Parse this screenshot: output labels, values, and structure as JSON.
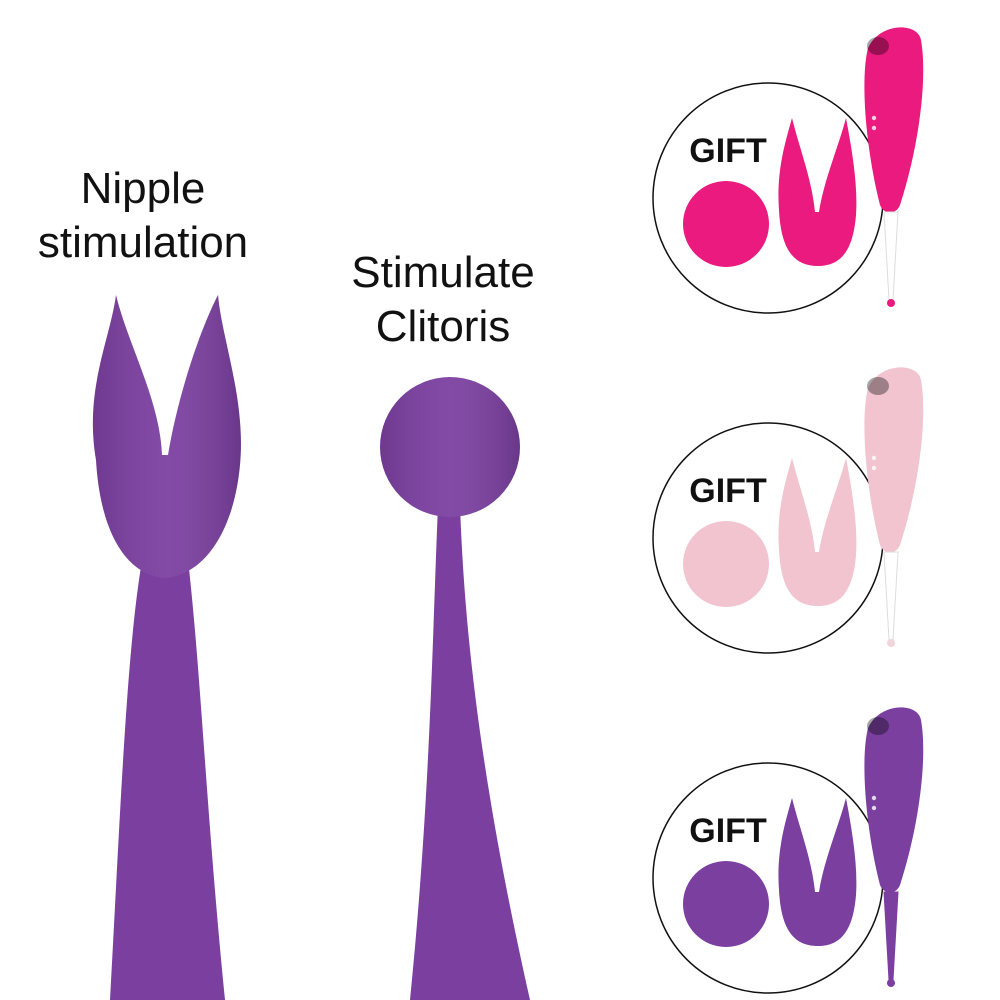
{
  "left_panel": {
    "nipple_label_line1": "Nipple",
    "nipple_label_line2": "stimulation",
    "clitoris_label_line1": "Stimulate",
    "clitoris_label_line2": "Clitoris",
    "product_color": "#7b3fa0"
  },
  "variants": [
    {
      "badge": "GIFT",
      "color": "#ea1a7f",
      "tip_color": "#ffffff"
    },
    {
      "badge": "GIFT",
      "color": "#f2c4cf",
      "tip_color": "#ffffff"
    },
    {
      "badge": "GIFT",
      "color": "#7b3fa0",
      "tip_color": "#7b3fa0"
    }
  ]
}
